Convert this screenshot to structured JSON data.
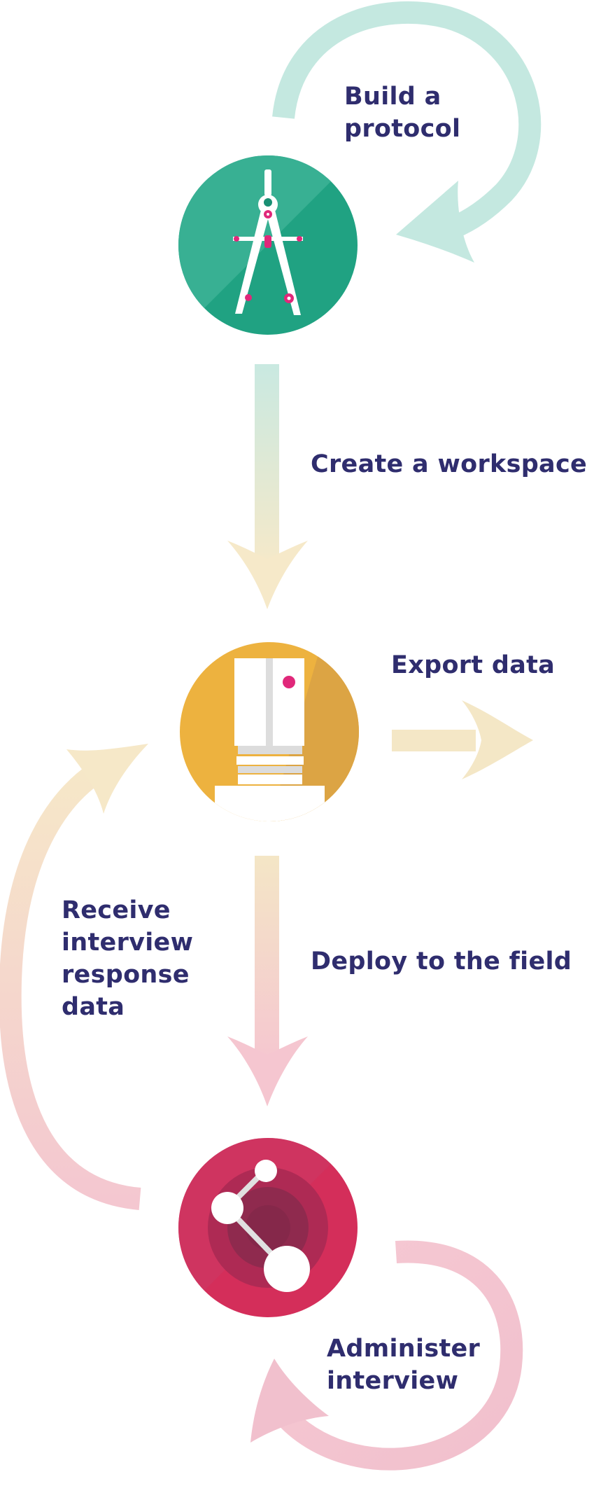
{
  "steps": {
    "build_protocol": {
      "lines": [
        "Build a",
        "protocol"
      ],
      "icon": "compass-icon",
      "color": "#20a282"
    },
    "create_workspace": {
      "lines": [
        "Create a workspace"
      ]
    },
    "server": {
      "icon": "server-icon",
      "color": "#edb23f"
    },
    "export_data": {
      "lines": [
        "Export data"
      ]
    },
    "deploy_field": {
      "lines": [
        "Deploy to the field"
      ]
    },
    "receive_data": {
      "lines": [
        "Receive",
        "interview",
        "response",
        "data"
      ]
    },
    "interviewer": {
      "icon": "network-icon",
      "color": "#d42e5a"
    },
    "administer_interview": {
      "lines": [
        "Administer",
        "interview"
      ]
    }
  },
  "colors": {
    "text": "#2f2d6e",
    "arrow_teal": "#c4e8e0",
    "arrow_cream": "#f4e8c8",
    "arrow_pink": "#f6c8d2",
    "accent_pink": "#e0287a"
  }
}
